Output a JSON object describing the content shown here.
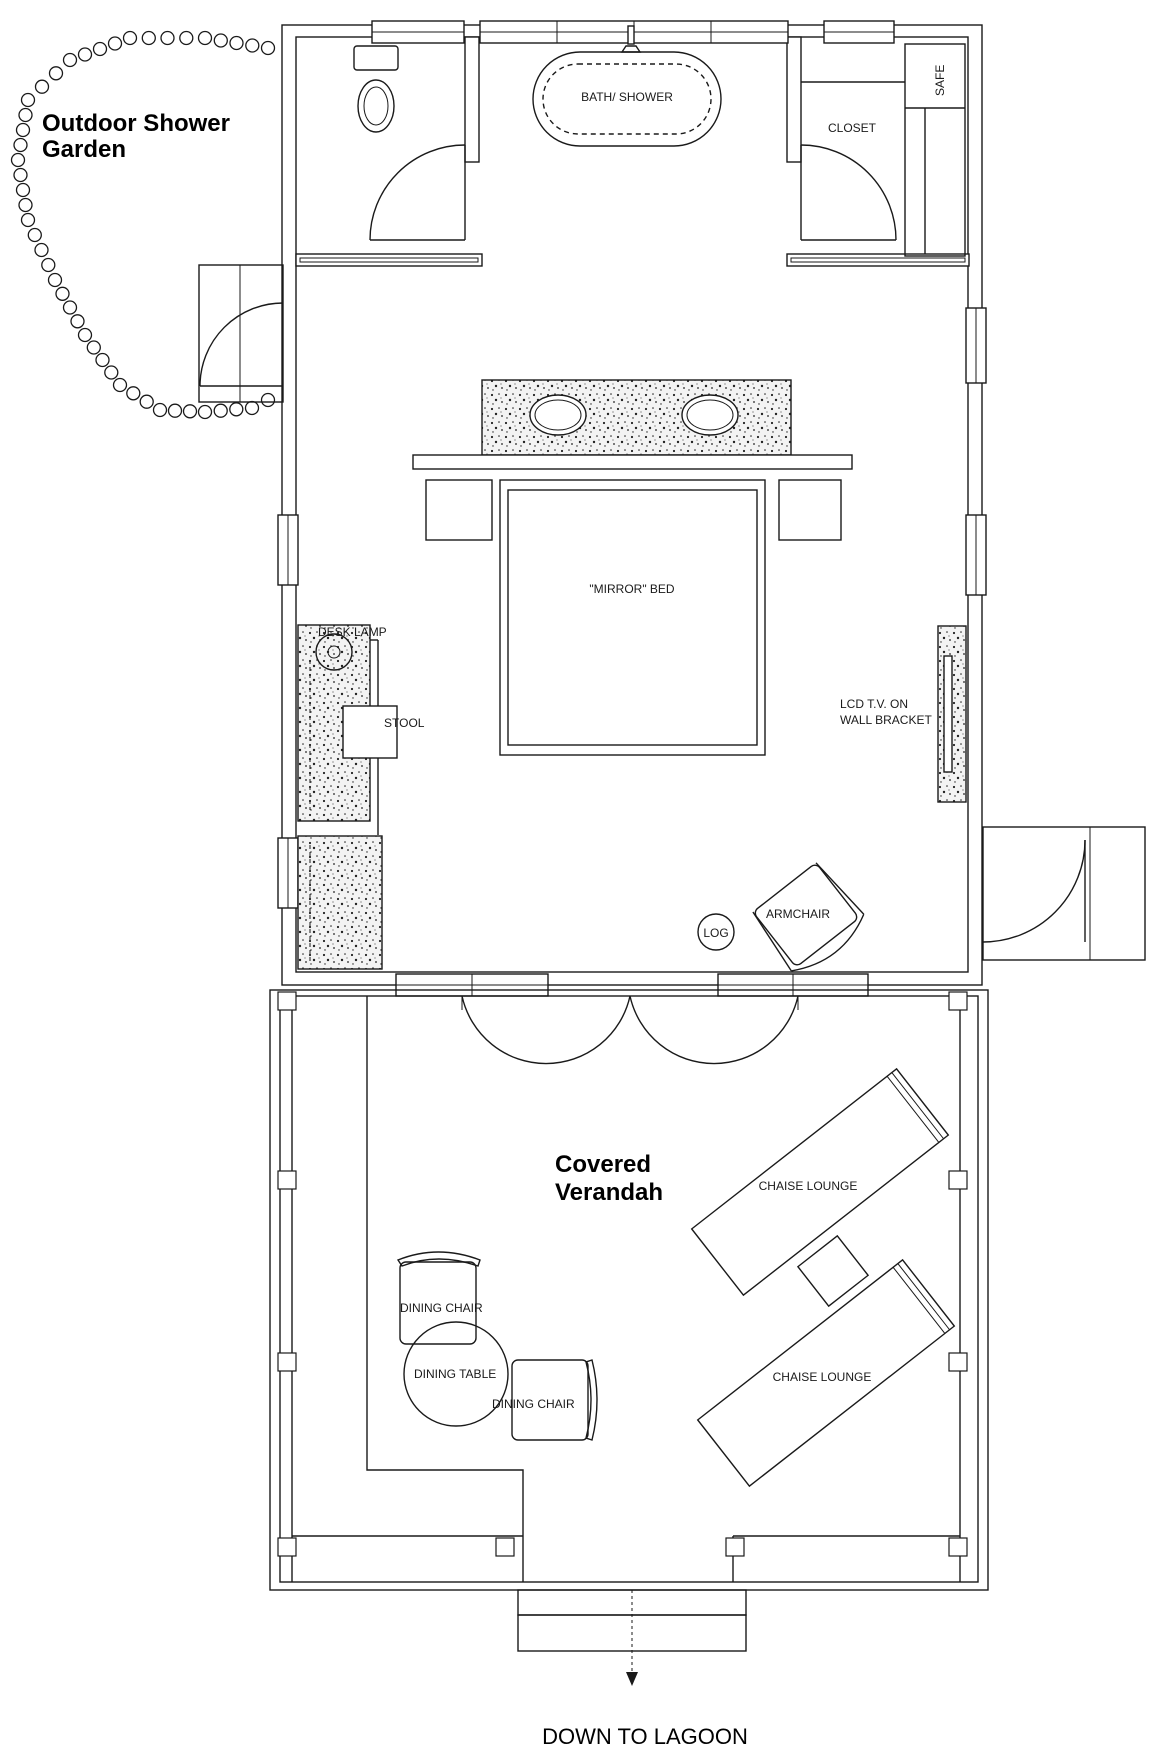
{
  "plan": {
    "outdoor_label_1": "Outdoor Shower",
    "outdoor_label_2": "Garden",
    "verandah_label_1": "Covered",
    "verandah_label_2": "Verandah",
    "down_label": "DOWN TO  LAGOON"
  },
  "fixtures": {
    "bath": "BATH/ SHOWER",
    "closet": "CLOSET",
    "safe": "SAFE",
    "bed": "\"MIRROR\" BED",
    "desk_lamp": "DESK LAMP",
    "stool": "STOOL",
    "tv_1": "LCD T.V. ON",
    "tv_2": "WALL BRACKET",
    "log": "LOG",
    "armchair": "ARMCHAIR",
    "chaise_1": "CHAISE LOUNGE",
    "chaise_2": "CHAISE LOUNGE",
    "dining_chair_1": "DINING CHAIR",
    "dining_table": "DINING TABLE",
    "dining_chair_2": "DINING CHAIR"
  }
}
